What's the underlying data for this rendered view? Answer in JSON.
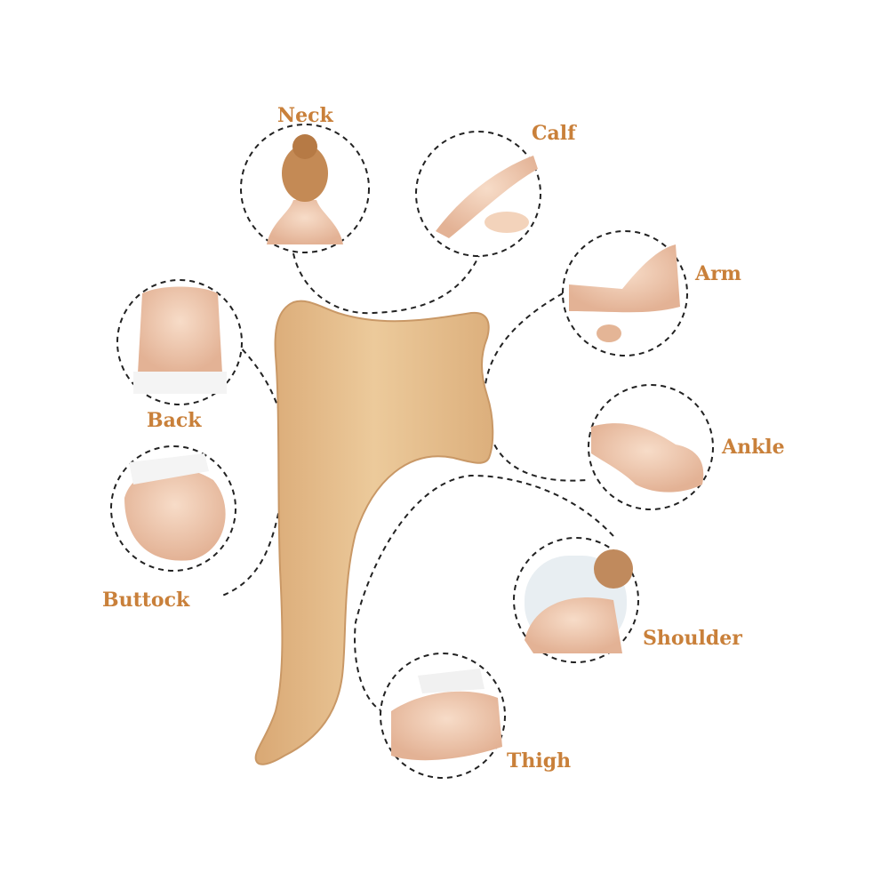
{
  "labels": {
    "neck": "Neck",
    "calf": "Calf",
    "arm": "Arm",
    "ankle": "Ankle",
    "shoulder": "Shoulder",
    "thigh": "Thigh",
    "back": "Back",
    "buttock": "Buttock"
  },
  "colors": {
    "label": "#c9803a",
    "wood": "#e7c08e",
    "skin": "#f1cdb4",
    "dash": "#222222"
  }
}
